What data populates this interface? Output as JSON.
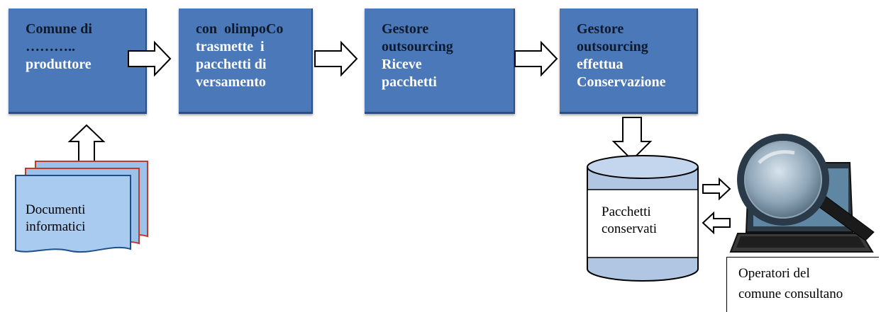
{
  "boxes": [
    {
      "dark_lines": [
        "Comune di",
        "……….."
      ],
      "lines": [
        "produttore"
      ]
    },
    {
      "dark_lines": [
        "con  olimpoCo"
      ],
      "lines": [
        "trasmette  i",
        "pacchetti di",
        "versamento"
      ]
    },
    {
      "dark_lines": [
        "Gestore",
        "outsourcing"
      ],
      "lines": [
        "Riceve",
        "pacchetti"
      ]
    },
    {
      "dark_lines": [
        "Gestore",
        "outsourcing"
      ],
      "lines": [
        "effettua",
        "Conservazione"
      ]
    }
  ],
  "documents": {
    "line1": "Documenti",
    "line2": "informatici"
  },
  "database": {
    "line1": "Pacchetti",
    "line2": "conservati"
  },
  "operators": {
    "line1": "Operatori del",
    "line2": "comune consultano"
  },
  "colors": {
    "box": "#4a78b8",
    "box_dark_text": "#0f1a2c",
    "document": "#9cc2ea",
    "arrow_stroke": "#000000",
    "database": "#b0c6e2"
  },
  "icons": [
    "right-arrow-icon",
    "up-arrow-icon",
    "down-arrow-icon",
    "left-arrow-icon",
    "magnifier-laptop-icon",
    "cylinder-database-icon",
    "document-stack-icon"
  ]
}
